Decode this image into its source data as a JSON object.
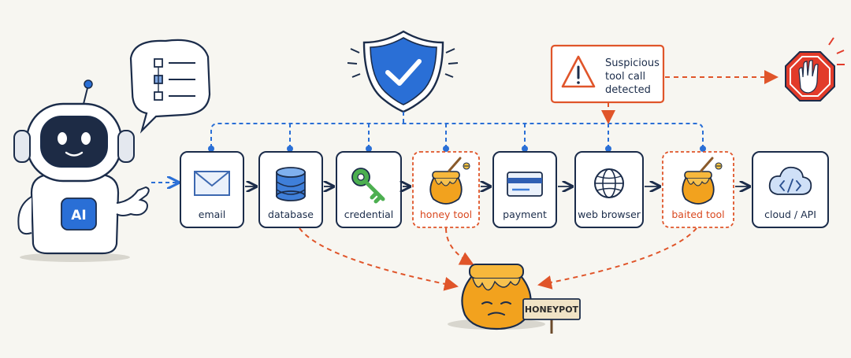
{
  "robot": {
    "badge": "AI"
  },
  "alert": {
    "line1": "Suspicious",
    "line2": "tool call",
    "line3": "detected"
  },
  "sign": {
    "text": "HONEYPOT"
  },
  "tools": [
    {
      "label": "email",
      "icon": "envelope-icon",
      "kind": "normal"
    },
    {
      "label": "database",
      "icon": "database-icon",
      "kind": "normal"
    },
    {
      "label": "credential",
      "icon": "key-icon",
      "kind": "normal"
    },
    {
      "label": "honey tool",
      "icon": "honey-jar-icon",
      "kind": "trap"
    },
    {
      "label": "payment",
      "icon": "credit-card-icon",
      "kind": "normal"
    },
    {
      "label": "web browser",
      "icon": "globe-icon",
      "kind": "normal"
    },
    {
      "label": "baited tool",
      "icon": "honey-jar-icon",
      "kind": "trap"
    },
    {
      "label": "cloud / API",
      "icon": "cloud-code-icon",
      "kind": "normal"
    }
  ],
  "colors": {
    "ink": "#1b2c4a",
    "blue": "#2a6fd6",
    "orange": "#e0552a",
    "honey": "#f2a21e",
    "red": "#e23b2a",
    "green": "#4caf50"
  }
}
